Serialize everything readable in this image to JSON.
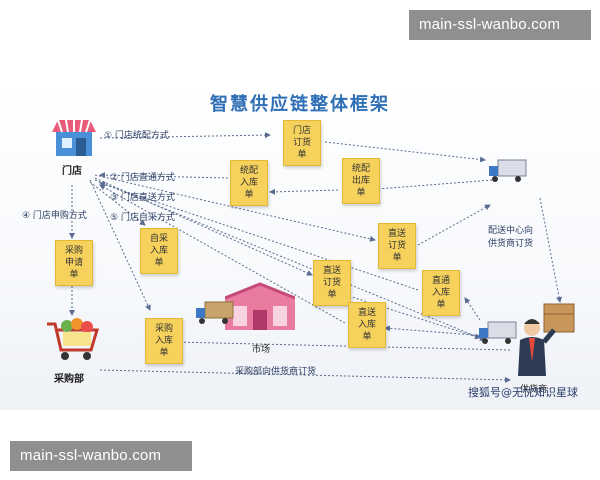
{
  "watermark": {
    "top": "main-ssl-wanbo.com",
    "bottom": "main-ssl-wanbo.com"
  },
  "title": "智慧供应链整体框架",
  "nodes": {
    "store": "门店",
    "procurement": "采购部",
    "market": "市场",
    "supplier": "供货商"
  },
  "methods": {
    "m1": "① 门店统配方式",
    "m2": "② 门店直通方式",
    "m3": "③ 门店直送方式",
    "m4": "④ 门店申购方式",
    "m5": "⑤ 门店自采方式"
  },
  "notes": {
    "store_order": "门店\n订货\n单",
    "unified_in": "统配\n入库\n单",
    "unified_out": "统配\n出库\n单",
    "self_purchase_in": "自采\n入库\n单",
    "purchase_request": "采购\n申请\n单",
    "direct_order": "直送\n订货\n单",
    "direct_order_2": "直送\n订货\n单",
    "direct_in": "直送\n入库\n单",
    "direct_through_in": "直通\n入库\n单",
    "purchase_in": "采购\n入库\n单"
  },
  "labels": {
    "dc_to_supplier": "配送中心向\n供货商订货",
    "procurement_to_supplier": "采购部向供货商订货"
  },
  "source_credit": "搜狐号@无忧知识星球",
  "colors": {
    "note": "#f6d25d",
    "title": "#2f6fb5",
    "line": "#5a6c8f"
  }
}
